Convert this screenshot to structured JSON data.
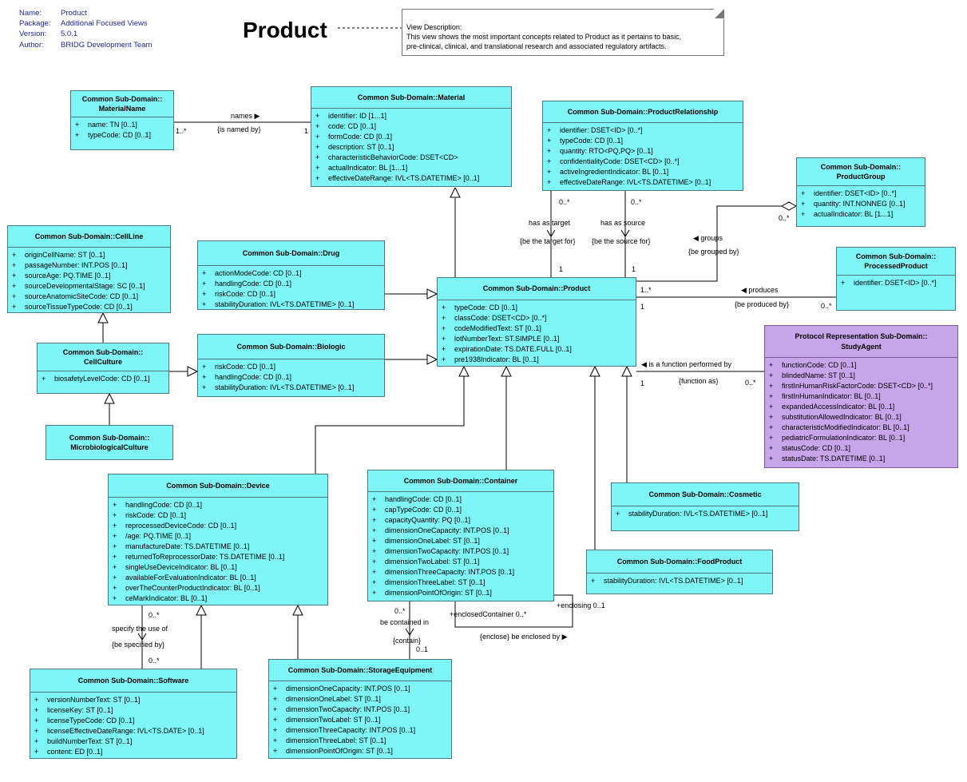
{
  "info": [
    {
      "key": "Name:",
      "value": "Product"
    },
    {
      "key": "Package:",
      "value": "Additional Focused Views"
    },
    {
      "key": "Version:",
      "value": "5.0.1"
    },
    {
      "key": "Author:",
      "value": "BRIDG Development Team"
    }
  ],
  "title": "Product",
  "note": {
    "heading": "View Description:",
    "line1": "This view shows the most important concepts related to Product as it pertains to basic,",
    "line2": "pre-clinical, clinical, and translational research and associated regulatory artifacts."
  },
  "classes": [
    {
      "id": "materialname",
      "name": [
        "Common Sub-Domain::",
        "MaterialName"
      ],
      "attrs": [
        "name: TN [0..1]",
        "typeCode: CD [0..1]"
      ]
    },
    {
      "id": "material",
      "name": [
        "Common Sub-Domain::Material"
      ],
      "attrs": [
        "identifier: ID [1...1]",
        "code: CD [0..1]",
        "formCode: CD [0..1]",
        "description: ST [0..1]",
        "characteristicBehaviorCode: DSET<CD>",
        "actualIndicator: BL [1...1]",
        "effectiveDateRange: IVL<TS.DATETIME> [0..1]"
      ]
    },
    {
      "id": "productrelationship",
      "name": [
        "Common Sub-Domain::ProductRelationship"
      ],
      "attrs": [
        "identifier: DSET<ID> [0..*]",
        "typeCode: CD [0..1]",
        "quantity: RTO<PQ,PQ> [0..1]",
        "confidentialityCode: DSET<CD> [0..*]",
        "activeIngredientIndicator: BL [0..1]",
        "effectiveDateRange: IVL<TS.DATETIME> [0..1]"
      ]
    },
    {
      "id": "productgroup",
      "name": [
        "Common Sub-Domain::",
        "ProductGroup"
      ],
      "attrs": [
        "identifier: DSET<ID> [0..*]",
        "quantity: INT.NONNEG [0..1]",
        "actualIndicator: BL [1...1]"
      ]
    },
    {
      "id": "cellline",
      "name": [
        "Common Sub-Domain::CellLine"
      ],
      "attrs": [
        "originCellName: ST [0..1]",
        "passageNumber: INT.POS [0..1]",
        "sourceAge: PQ.TIME [0..1]",
        "sourceDevelopmentalStage: SC [0..1]",
        "sourceAnatomicSiteCode: CD [0..1]",
        "sourceTissueTypeCode: CD [0..1]"
      ]
    },
    {
      "id": "drug",
      "name": [
        "Common Sub-Domain::Drug"
      ],
      "attrs": [
        "actionModeCode: CD [0..1]",
        "handlingCode: CD [0..1]",
        "riskCode: CD [0..1]",
        "stabilityDuration: IVL<TS.DATETIME> [0..1]"
      ]
    },
    {
      "id": "processedproduct",
      "name": [
        "Common Sub-Domain::",
        "ProcessedProduct"
      ],
      "attrs": [
        "identifier: DSET<ID> [0..*]"
      ]
    },
    {
      "id": "product",
      "name": [
        "Common Sub-Domain::Product"
      ],
      "attrs": [
        "typeCode: CD [0..1]",
        "classCode: DSET<CD> [0..*]",
        "codeModifiedText: ST [0..1]",
        "lotNumberText: ST.SIMPLE [0..1]",
        "expirationDate: TS.DATE.FULL [0..1]",
        "pre1938Indicator: BL [0..1]"
      ]
    },
    {
      "id": "cellculture",
      "name": [
        "Common Sub-Domain::",
        "CellCulture"
      ],
      "attrs": [
        "biosafetyLevelCode: CD [0..1]"
      ]
    },
    {
      "id": "biologic",
      "name": [
        "Common Sub-Domain::Biologic"
      ],
      "attrs": [
        "riskCode: CD [0..1]",
        "handlingCode: CD [0..1]",
        "stabilityDuration: IVL<TS.DATETIME> [0..1]"
      ]
    },
    {
      "id": "studyagent",
      "name": [
        "Protocol Representation Sub-Domain::",
        "StudyAgent"
      ],
      "attrs": [
        "functionCode: CD [0..1]",
        "blindedName: ST [0..1]",
        "firstInHumanRiskFactorCode: DSET<CD> [0..*]",
        "firstInHumanIndicator: BL [0..1]",
        "expandedAccessIndicator: BL [0..1]",
        "substitutionAllowedIndicator: BL [0..1]",
        "characteristicModifiedIndicator: BL [0..1]",
        "pediatricFormulationIndicator: BL [0..1]",
        "statusCode: CD [0..1]",
        "statusDate: TS.DATETIME [0..1]"
      ]
    },
    {
      "id": "microbiologicalculture",
      "name": [
        "Common Sub-Domain::",
        "MicrobiologicalCulture"
      ],
      "attrs": []
    },
    {
      "id": "device",
      "name": [
        "Common Sub-Domain::Device"
      ],
      "attrs": [
        "handlingCode: CD [0..1]",
        "riskCode: CD [0..1]",
        "reprocessedDeviceCode: CD [0..1]",
        "/age: PQ.TIME [0..1]",
        "manufactureDate: TS.DATETIME [0..1]",
        "returnedToReprocessorDate: TS.DATETIME [0..1]",
        "singleUseDeviceIndicator: BL [0..1]",
        "availableForEvaluationIndicator: BL [0..1]",
        "overTheCounterProductIndicator: BL [0..1]",
        "ceMarkIndicator: BL [0..1]"
      ]
    },
    {
      "id": "container",
      "name": [
        "Common Sub-Domain::Container"
      ],
      "attrs": [
        "handlingCode: CD [0..1]",
        "capTypeCode: CD [0..1]",
        "capacityQuantity: PQ [0..1]",
        "dimensionOneCapacity: INT.POS [0..1]",
        "dimensionOneLabel: ST [0..1]",
        "dimensionTwoCapacity: INT.POS [0..1]",
        "dimensionTwoLabel: ST [0..1]",
        "dimensionThreeCapacity: INT.POS [0..1]",
        "dimensionThreeLabel: ST [0..1]",
        "dimensionPointOfOrigin: ST [0..1]"
      ]
    },
    {
      "id": "cosmetic",
      "name": [
        "Common Sub-Domain::Cosmetic"
      ],
      "attrs": [
        "stabilityDuration: IVL<TS.DATETIME> [0..1]"
      ]
    },
    {
      "id": "foodproduct",
      "name": [
        "Common Sub-Domain::FoodProduct"
      ],
      "attrs": [
        "stabilityDuration: IVL<TS.DATETIME> [0..1]"
      ]
    },
    {
      "id": "software",
      "name": [
        "Common Sub-Domain::Software"
      ],
      "attrs": [
        "versionNumberText: ST [0..1]",
        "licenseKey: ST [0..1]",
        "licenseTypeCode: CD [0..1]",
        "licenseEffectiveDateRange: IVL<TS.DATE> [0..1]",
        "buildNumberText: ST [0..1]",
        "content: ED [0..1]"
      ]
    },
    {
      "id": "storageequipment",
      "name": [
        "Common Sub-Domain::StorageEquipment"
      ],
      "attrs": [
        "dimensionOneCapacity: INT.POS [0..1]",
        "dimensionOneLabel: ST [0..1]",
        "dimensionTwoCapacity: INT.POS [0..1]",
        "dimensionTwoLabel: ST [0..1]",
        "dimensionThreeCapacity: INT.POS [0..1]",
        "dimensionThreeLabel: ST [0..1]",
        "dimensionPointOfOrigin: ST [0..1]"
      ]
    }
  ],
  "labels": [
    {
      "id": "names",
      "text": "names ▶"
    },
    {
      "id": "isnamedby",
      "text": "{is named by}"
    },
    {
      "id": "mn-mult",
      "text": "1..*"
    },
    {
      "id": "mat-mult",
      "text": "1"
    },
    {
      "id": "hastarget",
      "text": "has as target"
    },
    {
      "id": "betarget",
      "text": "{be the target for}"
    },
    {
      "id": "hassource",
      "text": "has as source"
    },
    {
      "id": "besource",
      "text": "{be the source for}"
    },
    {
      "id": "pr-m1",
      "text": "0..*"
    },
    {
      "id": "pr-m2",
      "text": "0..*"
    },
    {
      "id": "pr-m3",
      "text": "1"
    },
    {
      "id": "pr-m4",
      "text": "1"
    },
    {
      "id": "groups",
      "text": "◀ groups"
    },
    {
      "id": "begrouped",
      "text": "{be grouped by}"
    },
    {
      "id": "pg-mult",
      "text": "0..*"
    },
    {
      "id": "prod-m-group",
      "text": "1..*"
    },
    {
      "id": "produces",
      "text": "◀ produces"
    },
    {
      "id": "beproduced",
      "text": "{be produced by}"
    },
    {
      "id": "prod-m-pp",
      "text": "1"
    },
    {
      "id": "pp-mult",
      "text": "0..*"
    },
    {
      "id": "function",
      "text": "◀ is a function performed by"
    },
    {
      "id": "functionas",
      "text": "{function as}"
    },
    {
      "id": "prod-m-sa",
      "text": "1"
    },
    {
      "id": "sa-mult",
      "text": "0..*"
    },
    {
      "id": "specify",
      "text": "specify the use of"
    },
    {
      "id": "bespecified",
      "text": "{be specified by}"
    },
    {
      "id": "dev-m",
      "text": "0..*"
    },
    {
      "id": "sw-m",
      "text": "0..*"
    },
    {
      "id": "becontained",
      "text": "be contained in"
    },
    {
      "id": "contain",
      "text": "{contain}"
    },
    {
      "id": "cont-m",
      "text": "0..*"
    },
    {
      "id": "se-m",
      "text": "0..1"
    },
    {
      "id": "enclosedcontainer",
      "text": "+enclosedContainer 0..*"
    },
    {
      "id": "enclosing",
      "text": "+enclosing 0..1"
    },
    {
      "id": "enclose",
      "text": "{enclose} be enclosed by ▶"
    }
  ]
}
